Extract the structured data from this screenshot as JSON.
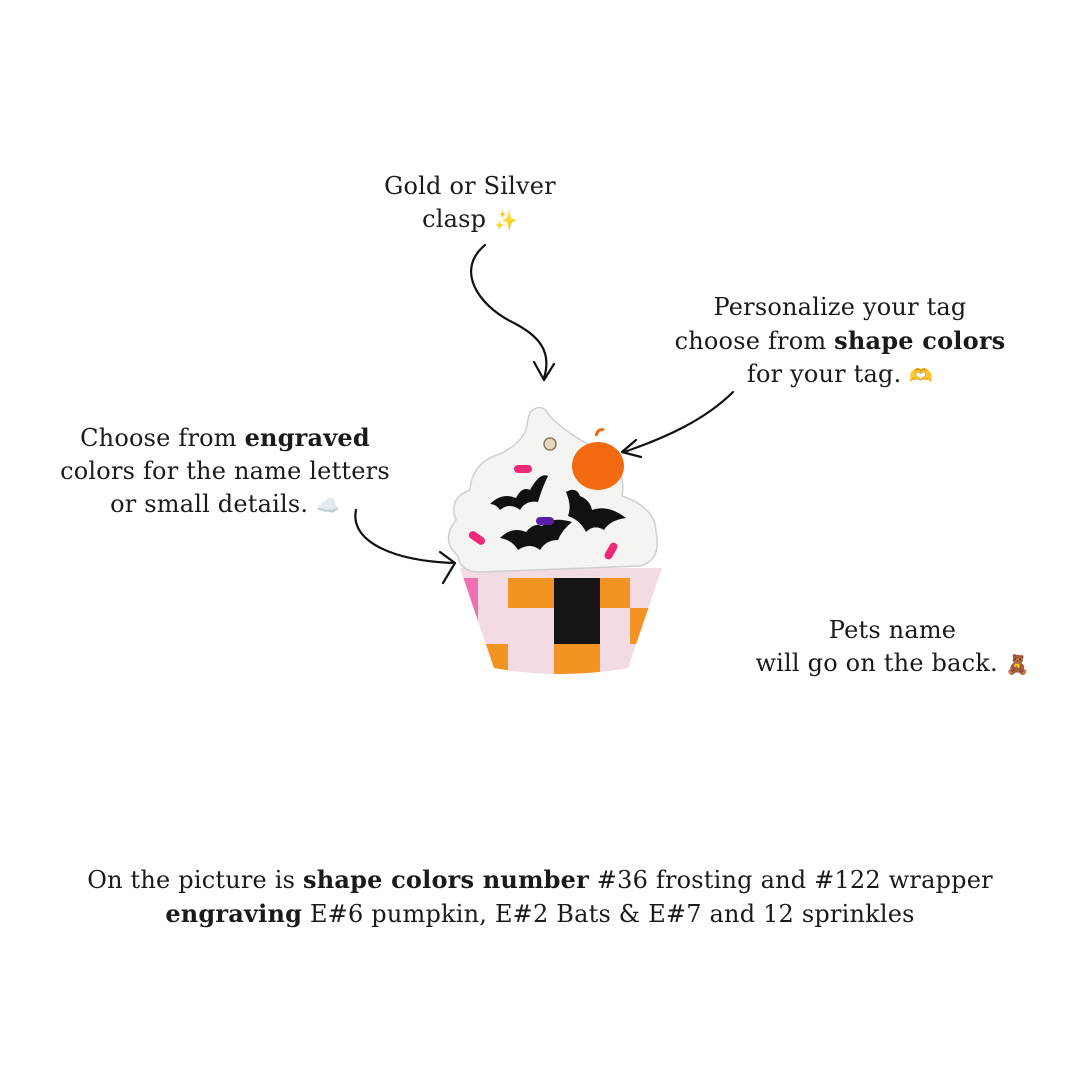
{
  "notes": {
    "clasp": {
      "line1": "Gold or Silver",
      "line2": "clasp",
      "emoji": "✨"
    },
    "shape": {
      "line1": "Personalize your tag",
      "line2_pre": "choose from ",
      "line2_bold": "shape colors",
      "line3": "for your tag.",
      "emoji": "🫶"
    },
    "engraved": {
      "line1_pre": "Choose from ",
      "line1_bold": "engraved",
      "line2": "colors for the name letters",
      "line3": "or small details.",
      "emoji": "☁️"
    },
    "back": {
      "line1": "Pets name",
      "line2": "will go on the back.",
      "emoji": "🧸"
    }
  },
  "caption": {
    "line1_pre": "On the picture is ",
    "line1_bold": "shape colors number",
    "line1_post": " #36 frosting and #122 wrapper",
    "line2_bold": "engraving",
    "line2_post": "  E#6 pumpkin, E#2 Bats & E#7 and 12 sprinkles"
  },
  "colors": {
    "frosting": "#f4f4f2",
    "pumpkin": "#f26a10",
    "bats": "#111111",
    "sprinkle_pink": "#f0287a",
    "sprinkle_purple": "#5b1ea8",
    "wrapper_orange": "#f39321",
    "wrapper_pink": "#ee6fb2",
    "wrapper_light": "#f3dbe4",
    "wrapper_black": "#141414"
  }
}
